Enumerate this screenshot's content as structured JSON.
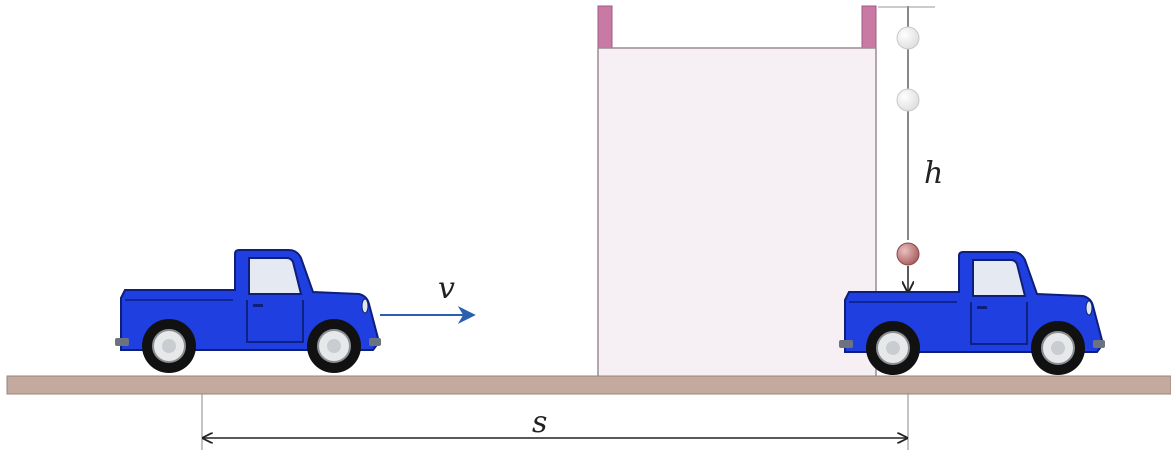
{
  "labels": {
    "velocity": "v",
    "height": "h",
    "distance": "s"
  },
  "colors": {
    "truck_body": "#1f3fe0",
    "truck_outline": "#0d1f7a",
    "ground": "#c3a99e",
    "building": "#f6eff3",
    "building_outline": "#9a8c95",
    "pillar": "#c97aa4",
    "velocity_arrow": "#2a5fb0",
    "ball_falling": "#c27e7e",
    "ball_ghost": "#f0f0f0"
  },
  "icons": {
    "truck": "pickup-truck-icon",
    "ball": "ball-icon"
  }
}
